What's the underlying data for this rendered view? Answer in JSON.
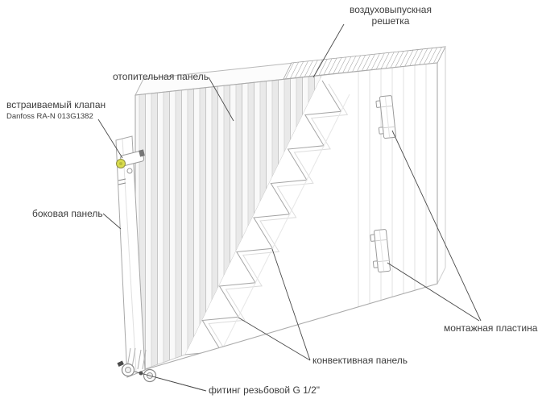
{
  "figure": {
    "labels": {
      "air_grille": "воздуховыпускная решетка",
      "heating_panel": "отопительная панель",
      "built_in_valve": "встраиваемый клапан",
      "valve_model": "Danfoss RA-N 013G1382",
      "side_panel": "боковая панель",
      "mounting_plate": "монтажная пластина",
      "convective_panel": "конвективная панель",
      "threaded_fitting": "фитинг резьбовой G 1/2\""
    },
    "colors": {
      "label_text": "#3d3d3d",
      "leader_line": "#4a4a4a",
      "drawing_line": "#b0b0b0",
      "valve_cap": "#d9dc4d"
    }
  }
}
